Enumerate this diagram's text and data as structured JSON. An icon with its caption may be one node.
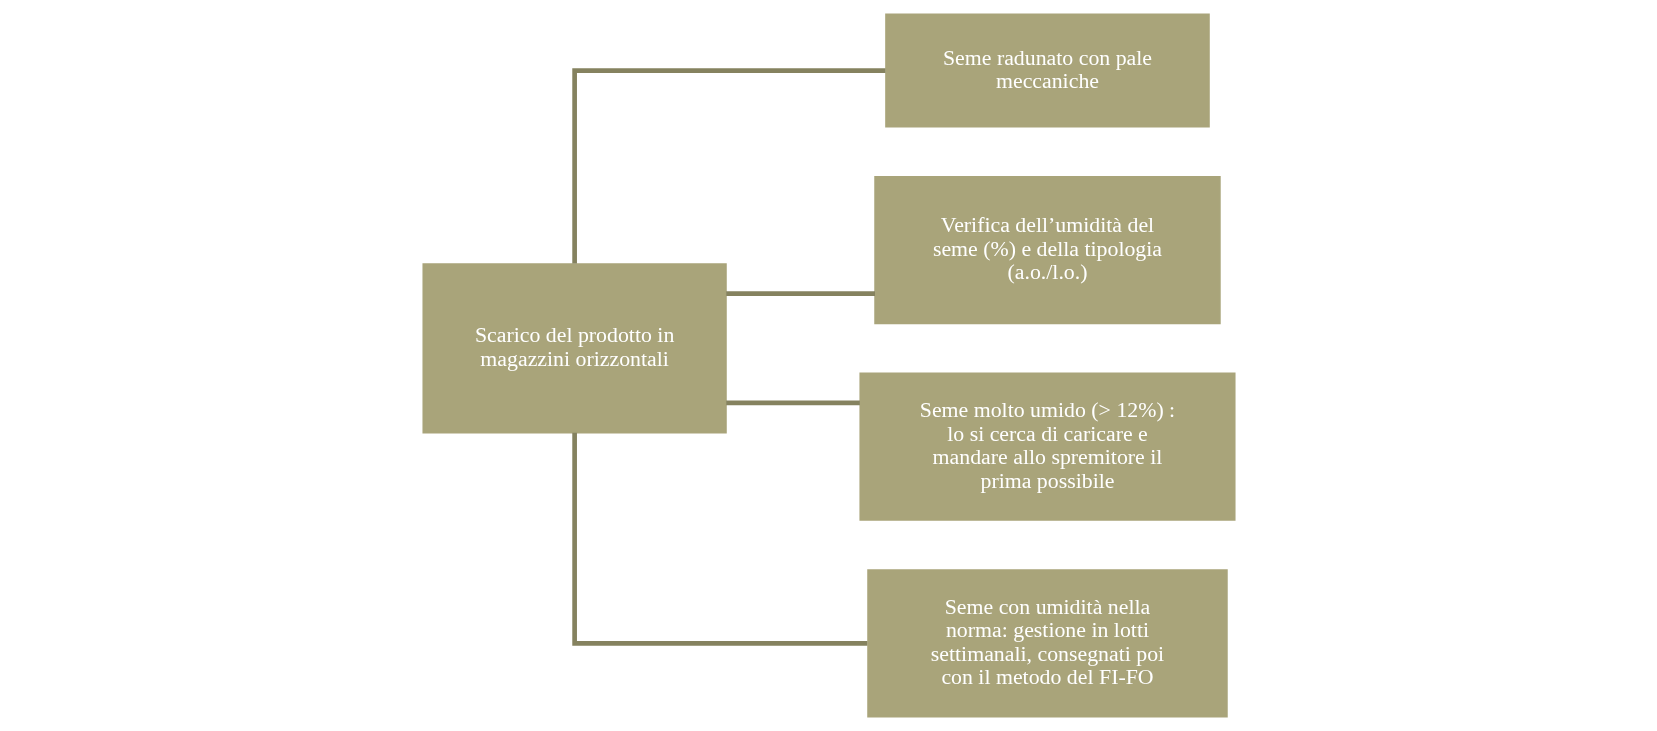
{
  "diagram": {
    "nodes": [
      {
        "text": [
          "Scarico del prodotto in magazzini orizzontali"
        ]
      },
      {
        "text": [
          "Seme radunato con pale meccaniche"
        ]
      },
      {
        "text": [
          "Verifica dell’umidità del seme (%) e della tipologia (a.o./l.o.)"
        ]
      },
      {
        "text": [
          "Seme molto umido (> 12%) : lo si cerca di caricare e mandare allo spremitore il prima possibile"
        ]
      },
      {
        "text": [
          "Seme con umidità nella norma: gestione in lotti settimanali, consegnati poi con il metodo del FI-FO"
        ]
      }
    ],
    "edges": [
      {
        "from": 0,
        "to": 1,
        "arrow": "none"
      },
      {
        "from": 0,
        "to": 2,
        "arrow": "none"
      },
      {
        "from": 0,
        "to": 3,
        "arrow": "none"
      },
      {
        "from": 0,
        "to": 4,
        "arrow": "none"
      }
    ]
  }
}
